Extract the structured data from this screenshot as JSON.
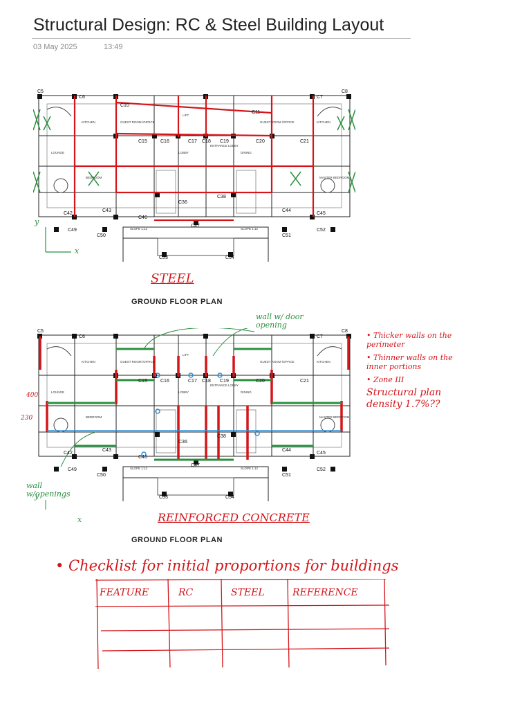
{
  "header": {
    "title": "Structural Design: RC & Steel Building Layout",
    "date": "03 May 2025",
    "time": "13:49"
  },
  "plans": [
    {
      "heading": "STEEL",
      "label": "GROUND FLOOR PLAN"
    },
    {
      "heading": "REINFORCED CONCRETE",
      "label": "GROUND FLOOR PLAN"
    }
  ],
  "plan_text": {
    "columns_top": [
      "C5",
      "C6",
      "C10",
      "C11",
      "C7",
      "C8"
    ],
    "columns_mid": [
      "C15",
      "C16",
      "C17",
      "C18",
      "C19",
      "C20",
      "C21"
    ],
    "columns_low": [
      "C42",
      "C43",
      "C46",
      "C36",
      "C47",
      "C38",
      "C44",
      "C45"
    ],
    "columns_base": [
      "C49",
      "C50",
      "C51",
      "C52"
    ],
    "columns_ramp": [
      "C53",
      "C54"
    ],
    "rooms": [
      "KITCHEN",
      "GUEST ROOM /OFFICE",
      "LIFT",
      "LOBBY",
      "ENTRANCE LOBBY",
      "DINING",
      "BEDROOM",
      "MASTER BEDROOM",
      "LOUNGE",
      "GUEST ROOM /OFFICE",
      "KITCHEN"
    ],
    "slope": "SLOPE 1:12"
  },
  "annotations": {
    "axis_y": "y",
    "axis_x": "x",
    "wall_door": "wall w/ door opening",
    "wall_openings": "wall w/openings",
    "dim_400": "400",
    "dim_230": "230",
    "notes": [
      "• Thicker walls on the perimeter",
      "• Thinner walls on the inner portions",
      "• Zone III"
    ],
    "density": "Structural plan density 1.7%??"
  },
  "checklist": {
    "title": "• Checklist for initial proportions for buildings",
    "columns": [
      "FEATURE",
      "RC",
      "STEEL",
      "REFERENCE"
    ]
  },
  "colors": {
    "red_ink": "#d4161b",
    "green_ink": "#2a8f3f",
    "blue_ink": "#2f8fd6"
  }
}
